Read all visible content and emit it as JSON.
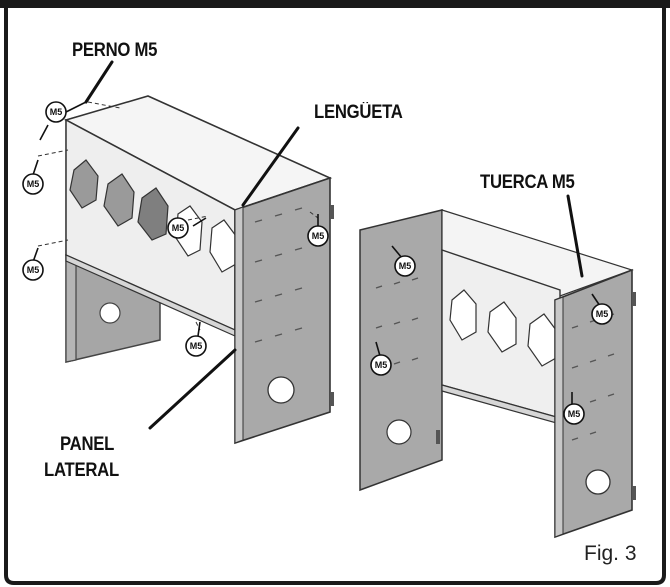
{
  "labels": {
    "perno": "PERNO M5",
    "lengueta": "LENGÜETA",
    "tuerca": "TUERCA M5",
    "panel_line1": "PANEL",
    "panel_line2": "LATERAL"
  },
  "fastener_tag": "M5",
  "figure_caption": "Fig. 3",
  "colors": {
    "frame": "#1a1a1a",
    "panel": "#a9a9a9",
    "panel_dark": "#8c8c8c",
    "panel_light": "#dcdcdc",
    "line": "#333333"
  }
}
